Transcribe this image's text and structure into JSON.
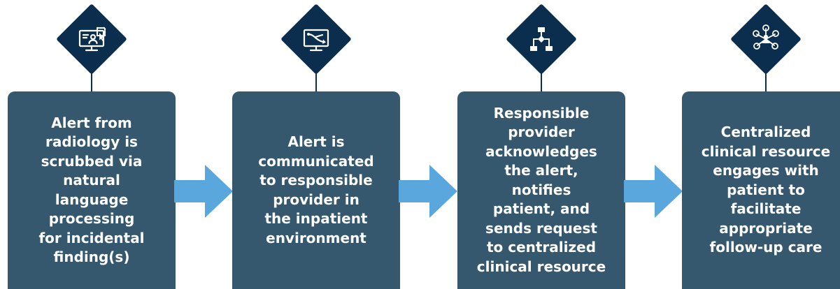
{
  "colors": {
    "box_fill": "#35586f",
    "diamond_fill": "#0b2e4e",
    "arrow_fill": "#5aa7de",
    "text": "#ffffff"
  },
  "steps": [
    {
      "icon": "computer-user-select-icon",
      "text": "Alert from\nradiology is\nscrubbed via\nnatural language\nprocessing\nfor incidental\nfinding(s)"
    },
    {
      "icon": "monitor-flow-icon",
      "text": "Alert is\ncommunicated\nto responsible\nprovider in\nthe inpatient\nenvironment"
    },
    {
      "icon": "flowchart-icon",
      "text": "Responsible\nprovider\nacknowledges\nthe alert, notifies\npatient, and\nsends request\nto centralized\nclinical resource"
    },
    {
      "icon": "network-people-icon",
      "text": "Centralized\nclinical resource\nengages with\npatient to\nfacilitate\nappropriate\nfollow-up care"
    }
  ]
}
